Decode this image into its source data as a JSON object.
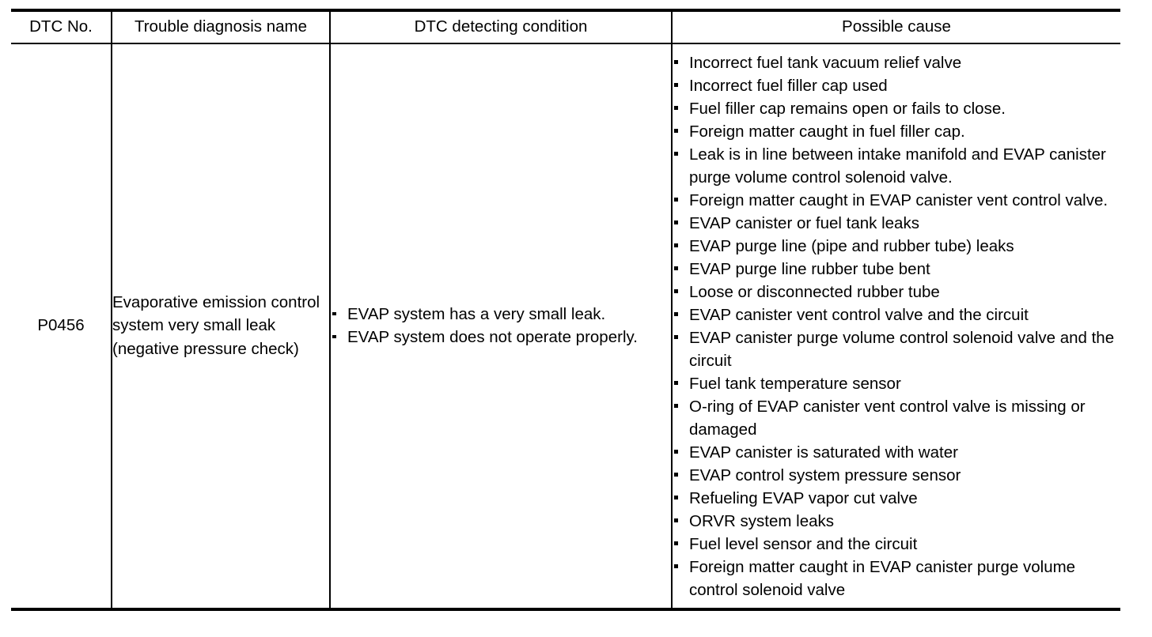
{
  "document": {
    "type": "service-manual-dtc-table",
    "table": {
      "headers": [
        "DTC No.",
        "Trouble diagnosis name",
        "DTC detecting condition",
        "Possible cause"
      ],
      "rows": [
        {
          "dtc_no": "P0456",
          "trouble_diagnosis_name": "Evaporative emission control system very small leak (negative pressure check)",
          "dtc_detecting_condition": [
            "EVAP system has a very small leak.",
            "EVAP system does not operate properly."
          ],
          "possible_cause": [
            "Incorrect fuel tank vacuum relief valve",
            "Incorrect fuel filler cap used",
            "Fuel filler cap remains open or fails to close.",
            "Foreign matter caught in fuel filler cap.",
            "Leak is in line between intake manifold and EVAP canister purge volume control solenoid valve.",
            "Foreign matter caught in EVAP canister vent control valve.",
            "EVAP canister or fuel tank leaks",
            "EVAP purge line (pipe and rubber tube) leaks",
            "EVAP purge line rubber tube bent",
            "Loose or disconnected rubber tube",
            "EVAP canister vent control valve and the circuit",
            "EVAP canister purge volume control solenoid valve and the circuit",
            "Fuel tank temperature sensor",
            "O-ring of EVAP canister vent control valve is missing or damaged",
            "EVAP canister is saturated with water",
            "EVAP control system pressure sensor",
            "Refueling EVAP vapor cut valve",
            "ORVR system leaks",
            "Fuel level sensor and the circuit",
            "Foreign matter caught in EVAP canister purge volume control solenoid valve"
          ]
        }
      ]
    },
    "colors": {
      "text": "#000000",
      "rule": "#000000",
      "background": "#ffffff"
    }
  }
}
